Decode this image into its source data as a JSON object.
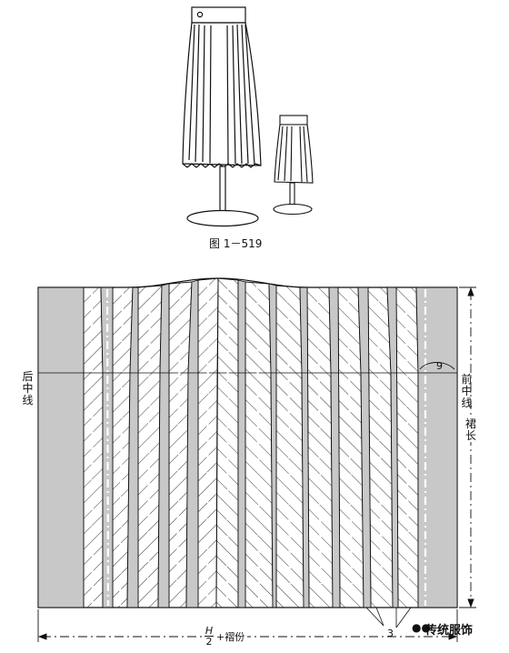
{
  "figure": {
    "caption": "图 1－519"
  },
  "pattern": {
    "label_back_center": "后中线",
    "label_front_center": "前中线",
    "label_skirt_length": "裙长",
    "label_nine": "9",
    "label_three": "3",
    "width_formula_numerator": "H",
    "width_formula_denominator": "2",
    "width_formula_suffix": "+褶份"
  },
  "watermark": {
    "text": "传统服饰",
    "icon": "wechat-bubble-icon"
  },
  "colors": {
    "shade": "#c8c8c8",
    "line": "#111111"
  }
}
